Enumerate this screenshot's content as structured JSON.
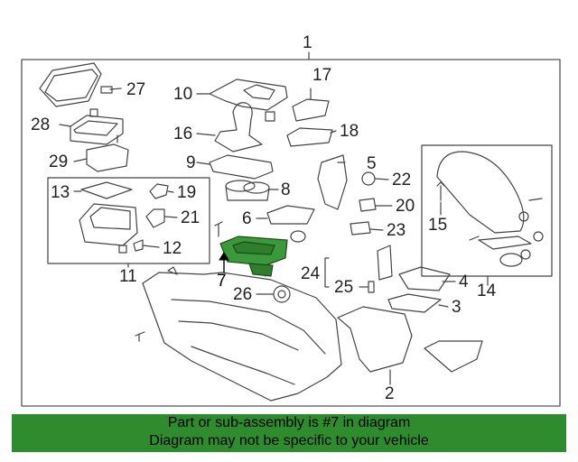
{
  "diagram": {
    "callouts": [
      "1",
      "2",
      "3",
      "4",
      "5",
      "6",
      "7",
      "8",
      "9",
      "10",
      "11",
      "12",
      "13",
      "14",
      "15",
      "16",
      "17",
      "18",
      "19",
      "20",
      "21",
      "22",
      "23",
      "24",
      "25",
      "26",
      "27",
      "28",
      "29"
    ],
    "highlighted_part": "7",
    "highlight_color": "#2e8b2e"
  },
  "banner": {
    "line1": "Part or sub-assembly is #7 in diagram",
    "line2": "Diagram may not be specific to your vehicle",
    "background": "#2e8b2e"
  }
}
